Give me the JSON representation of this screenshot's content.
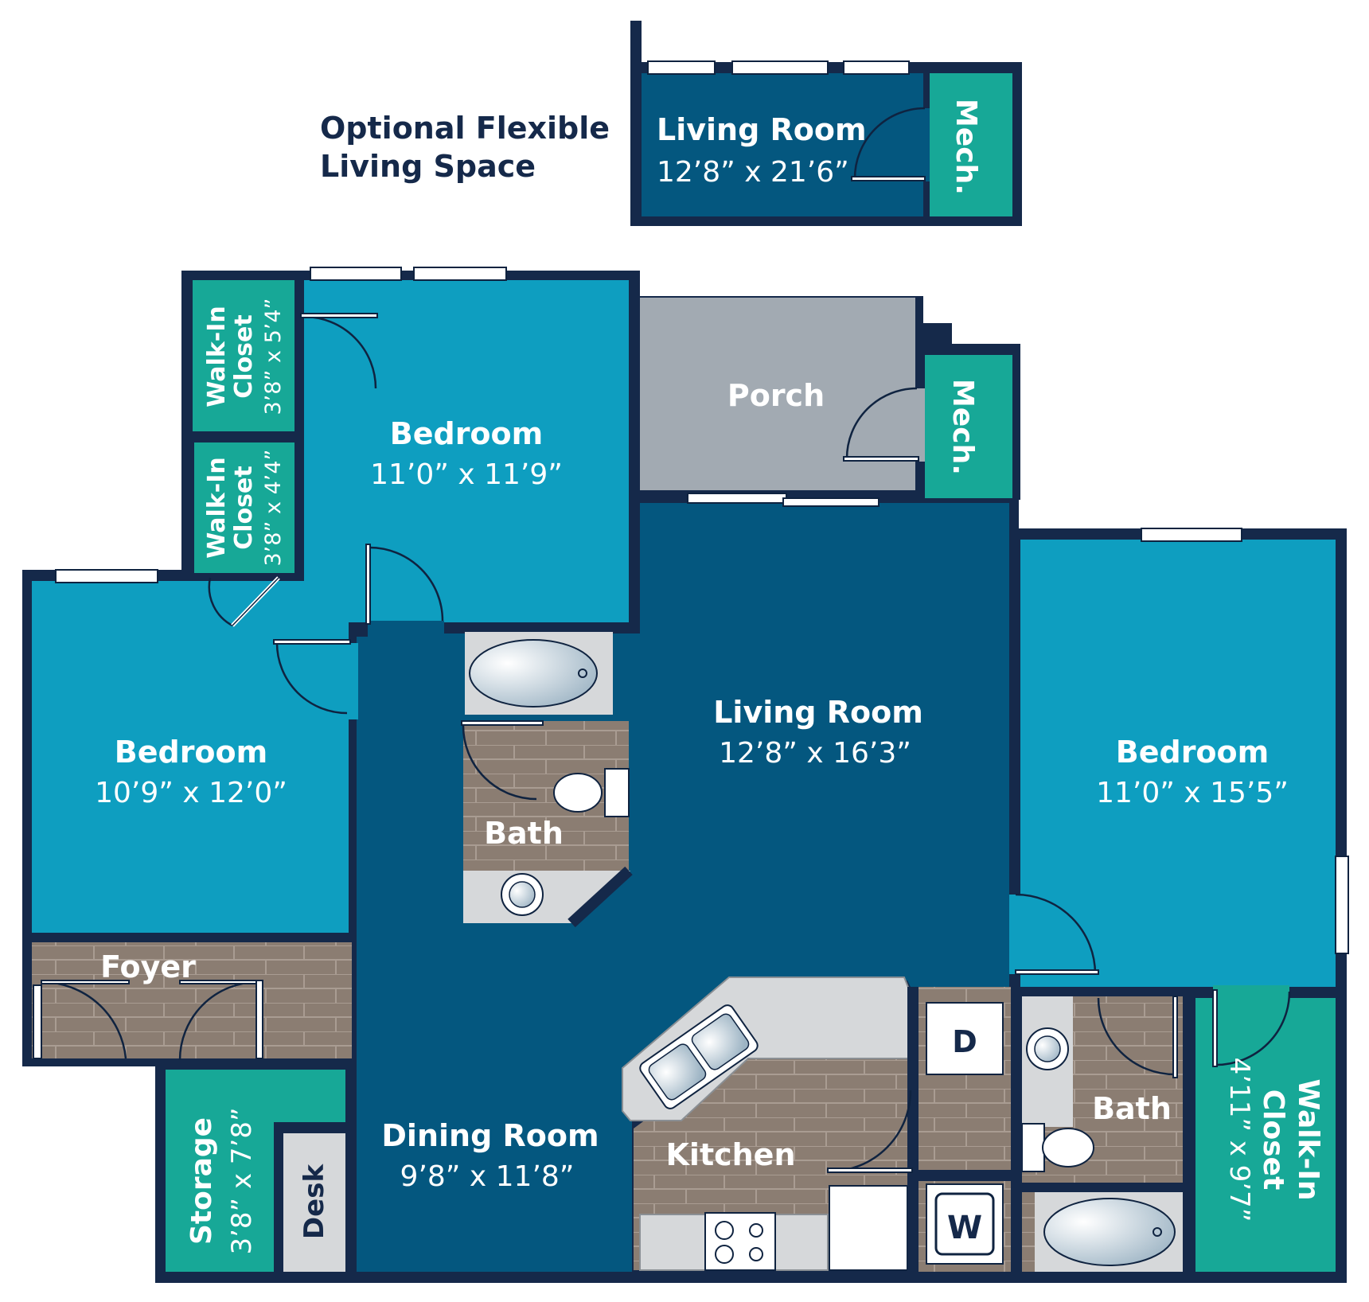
{
  "colors": {
    "wall": "#15294a",
    "living": "#04577f",
    "bedroom": "#0e9ec0",
    "closet": "#17a897",
    "floor_wood": "#8b7d72",
    "porch": "#a2aab2",
    "fixture": "#d6d8da"
  },
  "optional": {
    "heading_line1": "Optional Flexible",
    "heading_line2": "Living Space",
    "living_label": "Living Room",
    "living_dims": "12’8” x 21’6”",
    "mech_label": "Mech."
  },
  "rooms": {
    "closet_top": {
      "label_line1": "Walk-In",
      "label_line2": "Closet",
      "dims": "3’8” x 5’4”"
    },
    "closet_mid": {
      "label_line1": "Walk-In",
      "label_line2": "Closet",
      "dims": "3’8” x 4’4”"
    },
    "bedroom_top": {
      "label": "Bedroom",
      "dims": "11’0” x 11’9”"
    },
    "porch": {
      "label": "Porch"
    },
    "mech": {
      "label": "Mech."
    },
    "bedroom_left": {
      "label": "Bedroom",
      "dims": "10’9” x 12’0”"
    },
    "bath_center": {
      "label": "Bath"
    },
    "living": {
      "label": "Living Room",
      "dims": "12’8” x 16’3”"
    },
    "bedroom_right": {
      "label": "Bedroom",
      "dims": "11’0” x 15’5”"
    },
    "foyer": {
      "label": "Foyer"
    },
    "storage": {
      "label": "Storage",
      "dims": "3’8” x 7’8”"
    },
    "desk": {
      "label": "Desk"
    },
    "dining": {
      "label": "Dining Room",
      "dims": "9’8” x 11’8”"
    },
    "kitchen": {
      "label": "Kitchen"
    },
    "dryer": {
      "label": "D"
    },
    "washer": {
      "label": "W"
    },
    "bath_right": {
      "label": "Bath"
    },
    "closet_right": {
      "label_line1": "Walk-In",
      "label_line2": "Closet",
      "dims": "4’11” x 9’7”"
    }
  }
}
